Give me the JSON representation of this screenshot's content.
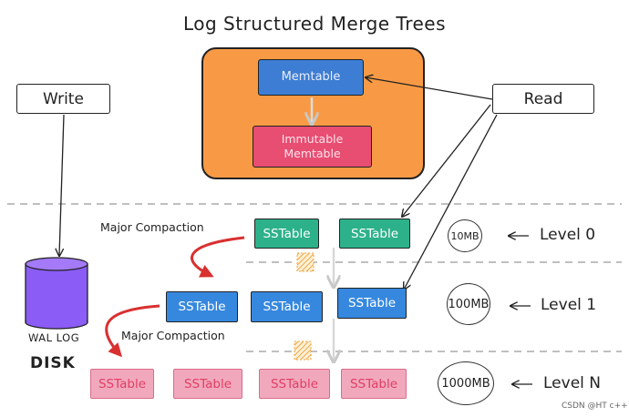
{
  "title": "Log Structured Merge Trees",
  "memory": {
    "memtable": "Memtable",
    "immutable": "Immutable\nMemtable"
  },
  "actions": {
    "write": "Write",
    "read": "Read"
  },
  "compactions": [
    "Major Compaction",
    "Major Compaction"
  ],
  "disk": {
    "wal": "WAL LOG",
    "label": "DISK"
  },
  "levels": [
    {
      "name": "Level 0",
      "size": "10MB",
      "sstables": [
        "SSTable",
        "SSTable"
      ]
    },
    {
      "name": "Level 1",
      "size": "100MB",
      "sstables": [
        "SSTable",
        "SSTable",
        "SSTable"
      ]
    },
    {
      "name": "Level N",
      "size": "1000MB",
      "sstables": [
        "SSTable",
        "SSTable",
        "SSTable",
        "SSTable"
      ]
    }
  ],
  "credit": "CSDN @HT c++",
  "colors": {
    "memory_bg": "#f89a45",
    "memtable": "#3d7dd3",
    "immutable": "#e84d72",
    "level0": "#2db18b",
    "level1": "#3688de",
    "levelN": "#f1a8bd",
    "wal": "#8b5cf6",
    "compaction_arrow": "#d93030"
  }
}
